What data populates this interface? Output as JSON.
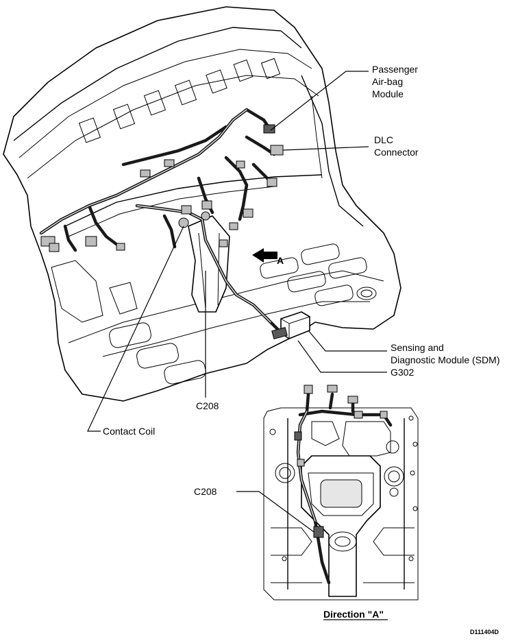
{
  "diagram": {
    "labels": {
      "passenger_airbag": [
        "Passenger",
        "Air-bag",
        "Module"
      ],
      "dlc_connector": [
        "DLC",
        "Connector"
      ],
      "arrow_a": "A",
      "sdm": [
        "Sensing and",
        "Diagnostic Module (SDM)"
      ],
      "g302": "G302",
      "c208_main": "C208",
      "contact_coil": "Contact Coil",
      "c208_inset": "C208",
      "direction_a": "Direction \"A\"",
      "figure_id": "D111404D"
    }
  }
}
